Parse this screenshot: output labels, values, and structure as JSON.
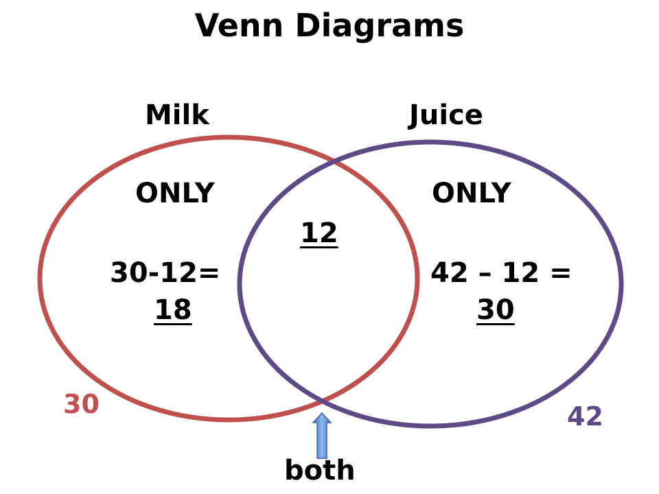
{
  "title": "Venn Diagrams",
  "sets": {
    "milk": {
      "label": "Milk",
      "only_label": "ONLY",
      "calculation": "30-12=",
      "only_result": "18",
      "total": "30",
      "color": "#c0504d"
    },
    "juice": {
      "label": "Juice",
      "only_label": "ONLY",
      "calculation": "42 – 12 =",
      "only_result": "30",
      "total": "42",
      "color": "#5e4a86"
    }
  },
  "intersection": {
    "value": "12",
    "pointer_label": "both",
    "arrow_color": "#5b8fd6"
  }
}
